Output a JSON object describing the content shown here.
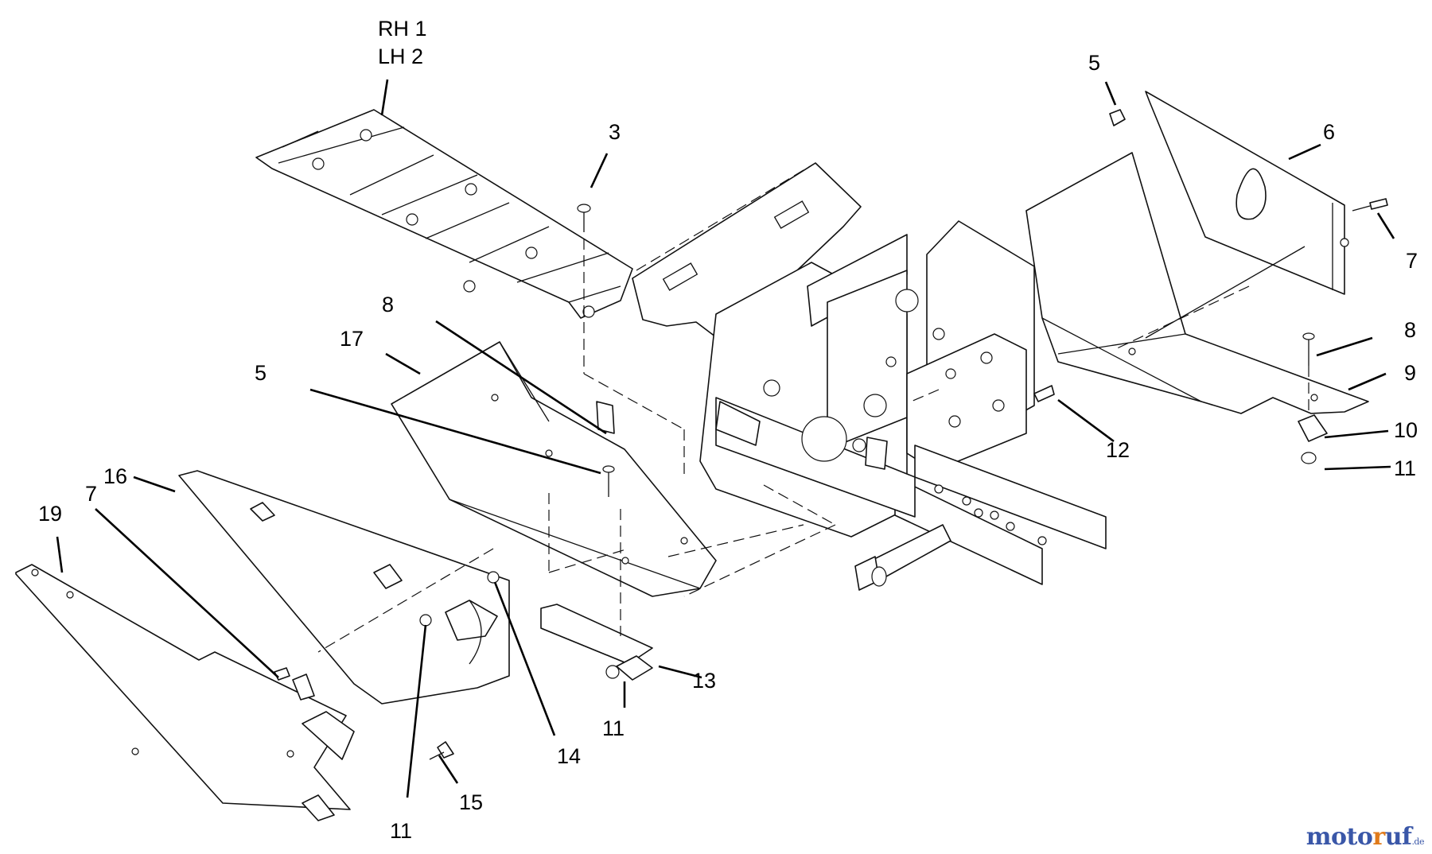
{
  "diagram": {
    "callouts": {
      "rh1": "RH 1",
      "lh2": "LH 2",
      "c3": "3",
      "c5_top": "5",
      "c6": "6",
      "c7_right": "7",
      "c8_right": "8",
      "c9": "9",
      "c10": "10",
      "c11_right": "11",
      "c12": "12",
      "c8_left": "8",
      "c17": "17",
      "c5_left": "5",
      "c16": "16",
      "c7_left": "7",
      "c19": "19",
      "c13": "13",
      "c11_mid": "11",
      "c14": "14",
      "c15": "15",
      "c11_bottom": "11"
    }
  },
  "watermark": {
    "part1": "moto",
    "part2": "r",
    "part3": "uf",
    "part4": ".de"
  }
}
